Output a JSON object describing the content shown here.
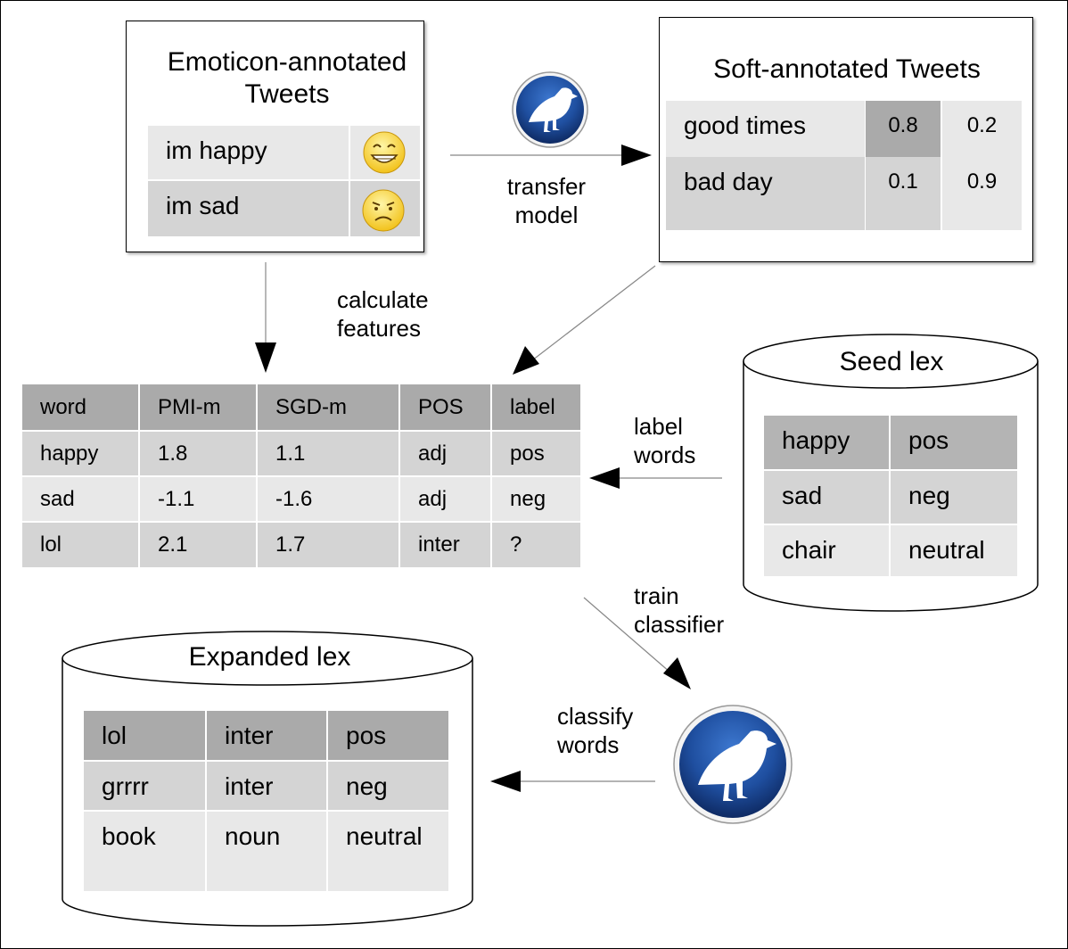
{
  "emoticon_box": {
    "title": "Emoticon-annotated Tweets",
    "rows": [
      {
        "text": "im happy",
        "emoji": "grinning-face-icon"
      },
      {
        "text": "im sad",
        "emoji": "frowning-face-icon"
      }
    ]
  },
  "soft_box": {
    "title": "Soft-annotated Tweets",
    "rows": [
      {
        "text": "good times",
        "p1": "0.8",
        "p2": "0.2"
      },
      {
        "text": "bad day",
        "p1": "0.1",
        "p2": "0.9"
      }
    ]
  },
  "edges": {
    "transfer_model": "transfer model",
    "calculate_features": "calculate features",
    "label_words": "label words",
    "train_classifier": "train classifier",
    "classify_words": "classify words"
  },
  "feature_table": {
    "headers": [
      "word",
      "PMI-m",
      "SGD-m",
      "POS",
      "label"
    ],
    "rows": [
      [
        "happy",
        "1.8",
        "1.1",
        "adj",
        "pos"
      ],
      [
        "sad",
        "-1.1",
        "-1.6",
        "adj",
        "neg"
      ],
      [
        "lol",
        "2.1",
        "1.7",
        "inter",
        "?"
      ]
    ]
  },
  "seed_lex": {
    "title": "Seed lex",
    "rows": [
      [
        "happy",
        "pos"
      ],
      [
        "sad",
        "neg"
      ],
      [
        "chair",
        "neutral"
      ]
    ]
  },
  "expanded_lex": {
    "title": "Expanded lex",
    "rows": [
      [
        "lol",
        "inter",
        "pos"
      ],
      [
        "grrrr",
        "inter",
        "neg"
      ],
      [
        "book",
        "noun",
        "neutral"
      ]
    ]
  },
  "icons": {
    "model": "bird-logo-icon",
    "classifier": "bird-logo-icon"
  },
  "colors": {
    "logo_blue": "#1f4fa0",
    "logo_dark": "#0e2a63"
  }
}
